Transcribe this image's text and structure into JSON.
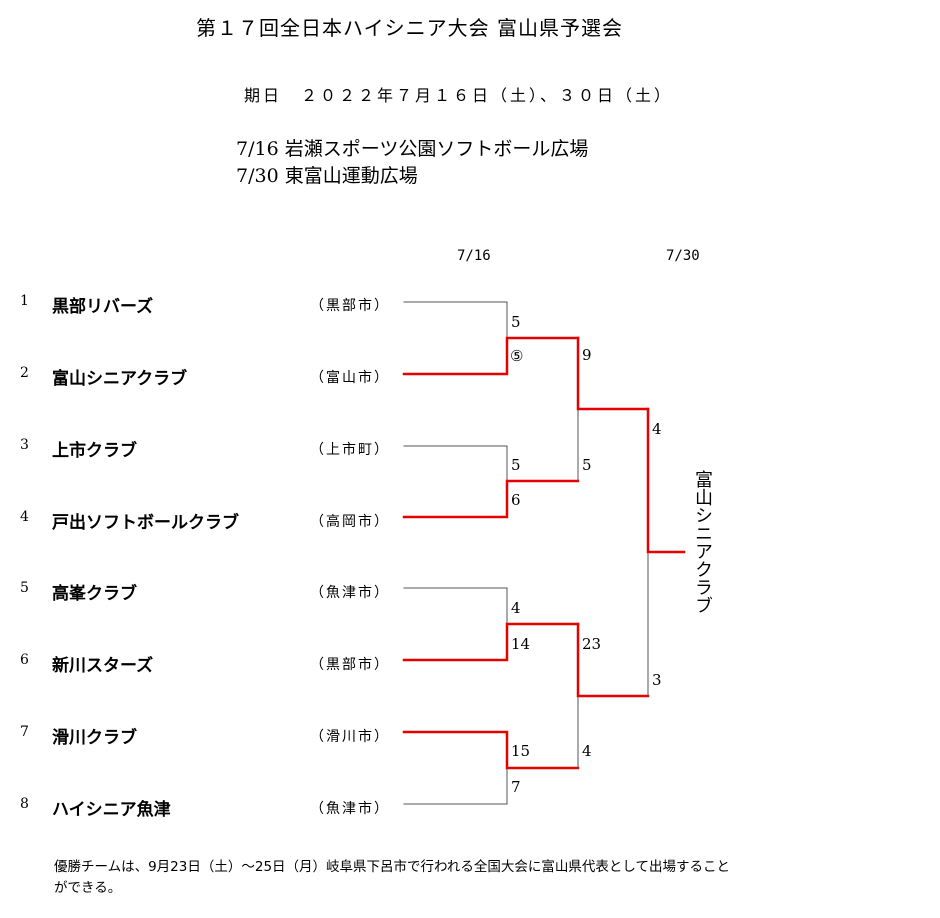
{
  "header": {
    "title": "第１７回全日本ハイシニア大会 富山県予選会",
    "date_line": "期日　２０２２年７月１６日（土）、３０日（土）",
    "venue_1": "7/16 岩瀬スポーツ公園ソフトボール広場",
    "venue_2": "7/30 東富山運動広場"
  },
  "round_dates": {
    "r1": "7/16",
    "final": "7/30"
  },
  "teams": [
    {
      "seed": "1",
      "name": "黒部リバーズ",
      "city": "（黒部市）"
    },
    {
      "seed": "2",
      "name": "富山シニアクラブ",
      "city": "（富山市）"
    },
    {
      "seed": "3",
      "name": "上市クラブ",
      "city": "（上市町）"
    },
    {
      "seed": "4",
      "name": "戸出ソフトボールクラブ",
      "city": "（高岡市）"
    },
    {
      "seed": "5",
      "name": "高峯クラブ",
      "city": "（魚津市）"
    },
    {
      "seed": "6",
      "name": "新川スターズ",
      "city": "（黒部市）"
    },
    {
      "seed": "7",
      "name": "滑川クラブ",
      "city": "（滑川市）"
    },
    {
      "seed": "8",
      "name": "ハイシニア魚津",
      "city": "（魚津市）"
    }
  ],
  "scores": {
    "m1_top": "5",
    "m1_bottom": "⑤",
    "m2_top": "5",
    "m2_bottom": "6",
    "m3_top": "4",
    "m3_bottom": "14",
    "m4_top": "15",
    "m4_bottom": "7",
    "sf1_top": "9",
    "sf1_bottom": "5",
    "sf2_top": "23",
    "sf2_bottom": "4",
    "final_top": "4",
    "final_bottom": "3"
  },
  "champion": "富山シニアクラブ",
  "note": "優勝チームは、9月23日（土）～25日（月）岐阜県下呂市で行われる全国大会に富山県代表として出場することができる。",
  "colors": {
    "winner_line": "#e60000",
    "loser_line": "#555555"
  }
}
